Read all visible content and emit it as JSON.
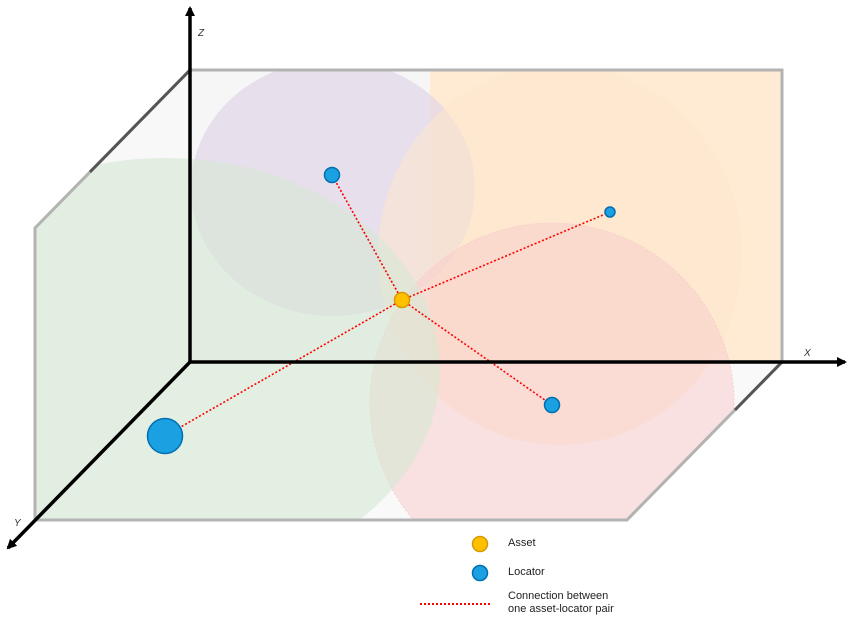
{
  "axes": {
    "x_label": "X",
    "y_label": "Y",
    "z_label": "Z"
  },
  "legend": {
    "asset_label": "Asset",
    "locator_label": "Locator",
    "connection_label_line1": "Connection between",
    "connection_label_line2": "one asset-locator pair"
  },
  "colors": {
    "axis": "#000000",
    "plane_floor_fill": "#f5f5f5",
    "plane_floor_stroke": "#b3b3b3",
    "plane_back_left_fill": "#f5f5f5",
    "plane_back_right_fill": "#ffe6cc",
    "plane_back_stroke": "#b3b3b3",
    "zone_purple": "#e1d5e7",
    "zone_green": "#d5e8d4",
    "zone_red": "#f8cecc",
    "zone_orange": "#ffe6cc",
    "asset_fill": "#ffc000",
    "asset_stroke": "#d79b00",
    "locator_fill": "#1ba1e2",
    "locator_stroke": "#006eaf",
    "connection": "#ff0000"
  },
  "legend_icons": {
    "asset": "asset-circle-icon",
    "locator": "locator-circle-icon",
    "connection": "dotted-line-icon"
  }
}
